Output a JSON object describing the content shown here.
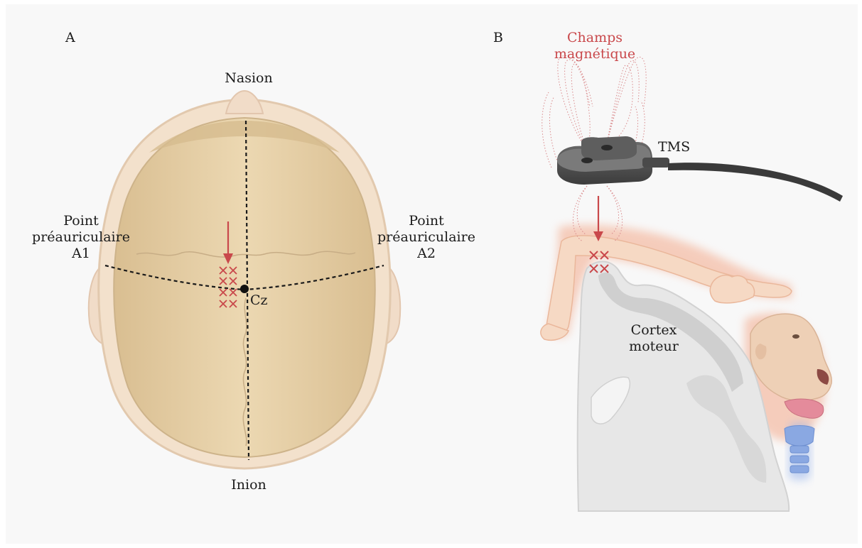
{
  "panels": {
    "a": {
      "letter": "A",
      "nasion": "Nasion",
      "inion": "Inion",
      "cz": "Cz",
      "left_point": {
        "line1": "Point",
        "line2": "préauriculaire",
        "line3": "A1"
      },
      "right_point": {
        "line1": "Point",
        "line2": "préauriculaire",
        "line3": "A2"
      }
    },
    "b": {
      "letter": "B",
      "field": {
        "line1": "Champs",
        "line2": "magnétique"
      },
      "device": "TMS",
      "cortex": {
        "line1": "Cortex",
        "line2": "moteur"
      }
    }
  },
  "colors": {
    "skull_fill": "#e8d3ac",
    "skull_rim": "#f2e0c6",
    "marker_red": "#c9484b",
    "cortex_grey": "#e6e6e6",
    "homunculus": "#f6d9c4"
  }
}
